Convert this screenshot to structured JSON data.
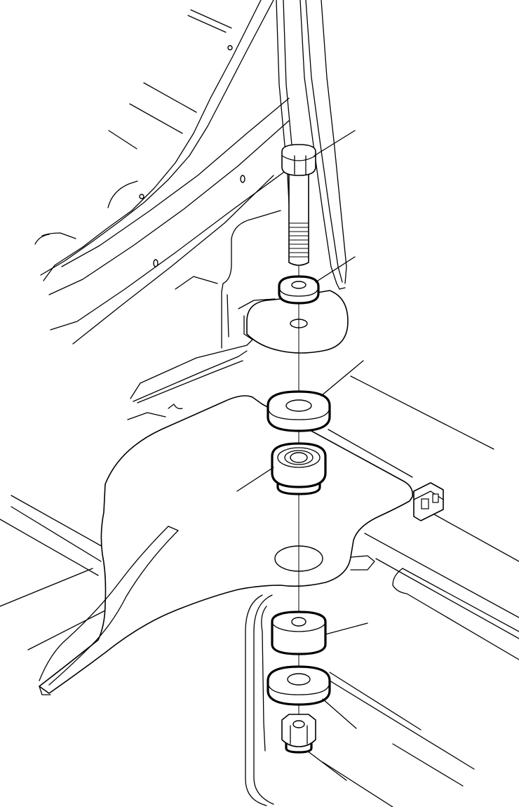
{
  "figure": {
    "kind": "exploded assembly drawing",
    "line_color": "#000000",
    "background": "#ffffff"
  },
  "parts": [
    {
      "id": "bolt"
    },
    {
      "id": "washer-top"
    },
    {
      "id": "cushion-upper"
    },
    {
      "id": "mount-bushing"
    },
    {
      "id": "cushion-lower"
    },
    {
      "id": "washer-bottom"
    },
    {
      "id": "nut"
    }
  ]
}
